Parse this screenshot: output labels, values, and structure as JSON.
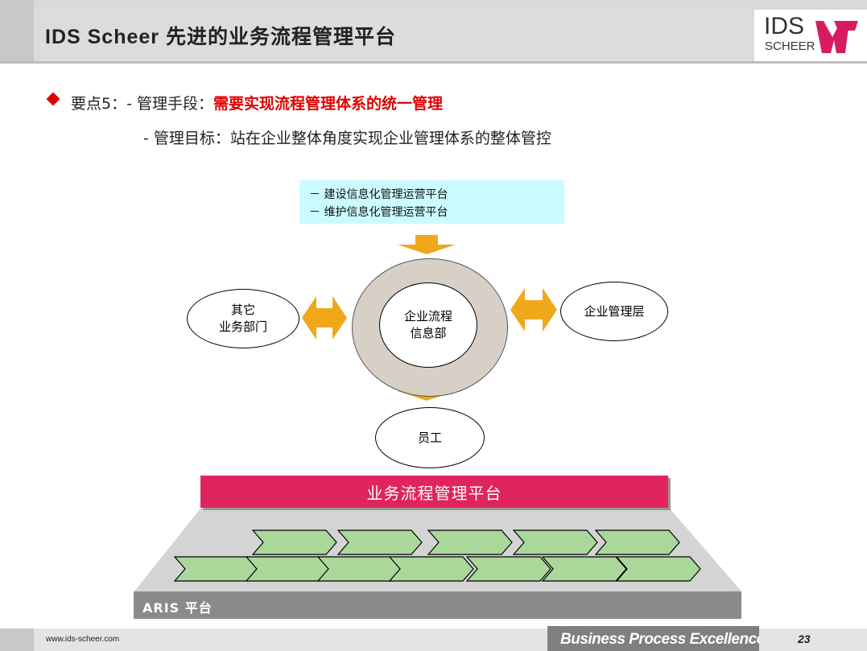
{
  "header": {
    "title": "IDS Scheer 先进的业务流程管理平台",
    "logo_top": "IDS",
    "logo_bottom": "SCHEER"
  },
  "points": {
    "label": "要点5：- 管理手段：",
    "highlight": "需要实现流程管理体系的统一管理",
    "goal": "- 管理目标：站在企业整体角度实现企业管理体系的整体管控"
  },
  "cyan_box": {
    "lines": [
      "－ 建设信息化管理运营平台",
      "－ 维护信息化管理运营平台"
    ]
  },
  "diagram": {
    "center_label": "企业流程\n信息部",
    "center_line1": "企业流程",
    "center_line2": "信息部",
    "left_line1": "其它",
    "left_line2": "业务部门",
    "right_label": "企业管理层",
    "bottom_label": "员工"
  },
  "platform": {
    "bpm_label": "业务流程管理平台",
    "aris_label": "ARIS  平台"
  },
  "footer": {
    "url": "www.ids-scheer.com",
    "tagline": "Business Process Excellence",
    "page_number": "23"
  },
  "colors": {
    "accent_red": "#e00000",
    "platform_pink": "#e0245d",
    "arrow_orange": "#f0a81a",
    "chevron_green": "#a9d89a",
    "logo_pink": "#d81b60"
  },
  "icons": [
    "bullet-diamond-icon",
    "ids-scheer-logo-icon"
  ]
}
